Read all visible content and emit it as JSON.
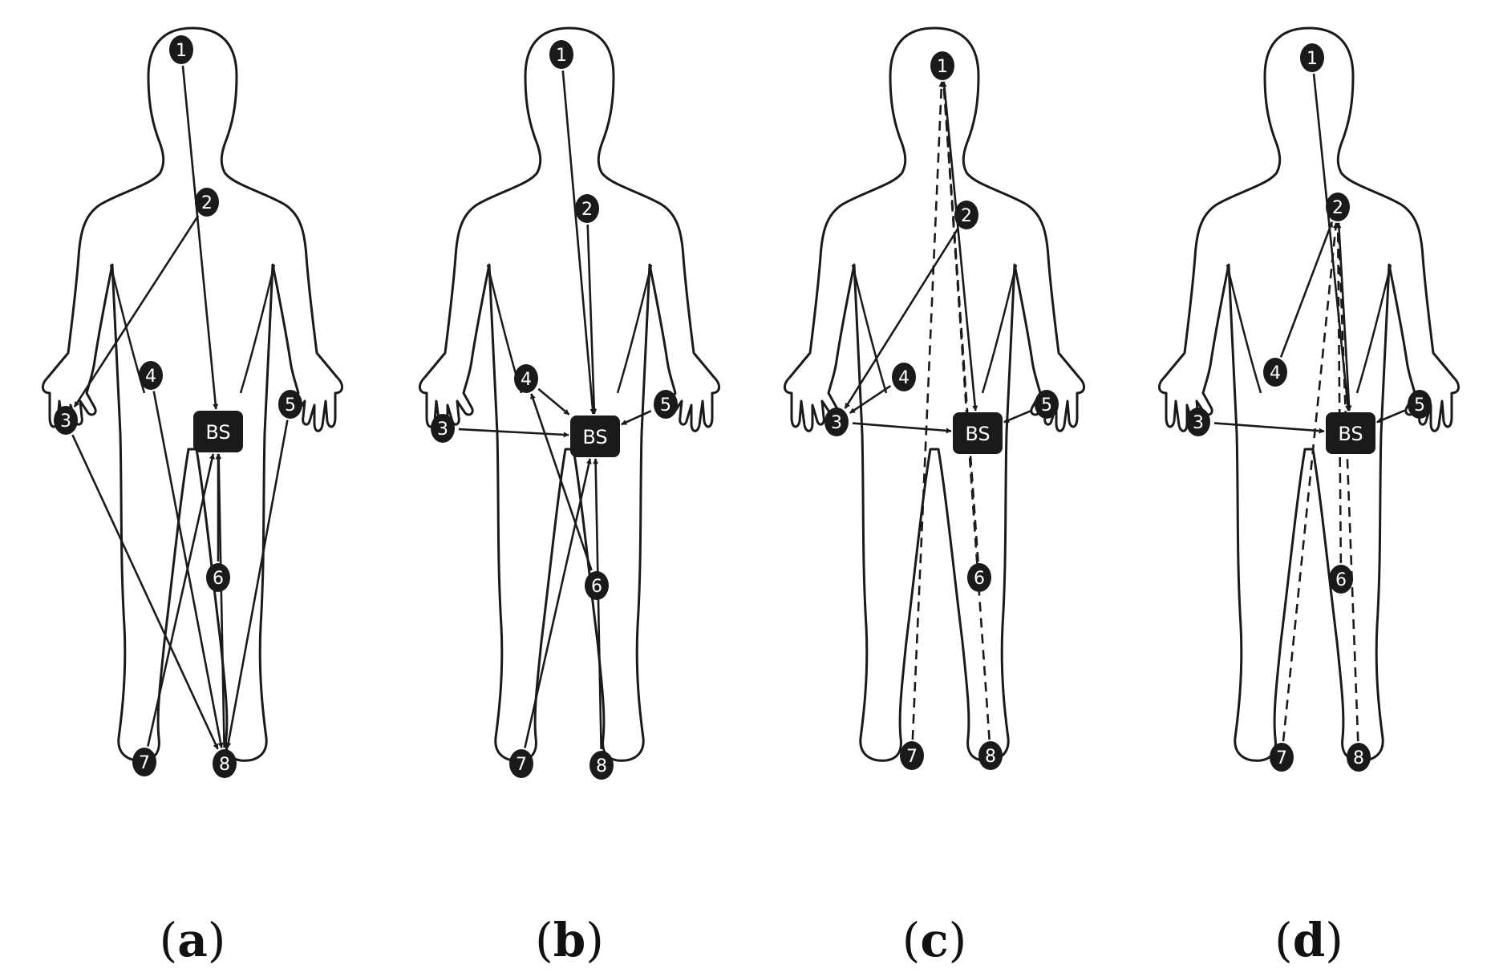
{
  "colors": {
    "ink": "#1a1a1a",
    "node_fill": "#1a1a1a",
    "node_text": "#ffffff",
    "background": "#ffffff"
  },
  "base_station_label": "BS",
  "node_ids": [
    "1",
    "2",
    "3",
    "4",
    "5",
    "6",
    "7",
    "8"
  ],
  "panels": [
    {
      "id": "a",
      "open": "(",
      "letter": "a",
      "close": ")",
      "links": [
        {
          "from": "1",
          "to": "BS",
          "style": "solid"
        },
        {
          "from": "2",
          "to": "3",
          "style": "solid"
        },
        {
          "from": "3",
          "to": "8",
          "style": "solid"
        },
        {
          "from": "4",
          "to": "8",
          "style": "solid"
        },
        {
          "from": "5",
          "to": "8",
          "style": "solid"
        },
        {
          "from": "6",
          "to": "BS",
          "style": "solid"
        },
        {
          "from": "7",
          "to": "BS",
          "style": "solid"
        },
        {
          "from": "8",
          "to": "BS",
          "style": "solid"
        }
      ]
    },
    {
      "id": "b",
      "open": "(",
      "letter": "b",
      "close": ")",
      "links": [
        {
          "from": "1",
          "to": "BS",
          "style": "solid"
        },
        {
          "from": "2",
          "to": "BS",
          "style": "solid"
        },
        {
          "from": "3",
          "to": "BS",
          "style": "solid"
        },
        {
          "from": "4",
          "to": "BS",
          "style": "solid"
        },
        {
          "from": "5",
          "to": "BS",
          "style": "solid"
        },
        {
          "from": "6",
          "to": "4",
          "style": "solid"
        },
        {
          "from": "7",
          "to": "BS",
          "style": "solid"
        },
        {
          "from": "8",
          "to": "BS",
          "style": "solid"
        }
      ]
    },
    {
      "id": "c",
      "open": "(",
      "letter": "c",
      "close": ")",
      "links": [
        {
          "from": "1",
          "to": "BS",
          "style": "solid"
        },
        {
          "from": "2",
          "to": "3",
          "style": "solid"
        },
        {
          "from": "4",
          "to": "3",
          "style": "solid"
        },
        {
          "from": "3",
          "to": "BS",
          "style": "solid"
        },
        {
          "from": "5",
          "to": "BS",
          "style": "solid"
        },
        {
          "from": "6",
          "to": "1",
          "style": "dashed"
        },
        {
          "from": "7",
          "to": "1",
          "style": "dashed"
        },
        {
          "from": "8",
          "to": "1",
          "style": "dashed"
        }
      ]
    },
    {
      "id": "d",
      "open": "(",
      "letter": "d",
      "close": ")",
      "links": [
        {
          "from": "1",
          "to": "BS",
          "style": "solid"
        },
        {
          "from": "4",
          "to": "2",
          "style": "solid"
        },
        {
          "from": "2",
          "to": "BS",
          "style": "solid"
        },
        {
          "from": "3",
          "to": "BS",
          "style": "solid"
        },
        {
          "from": "5",
          "to": "BS",
          "style": "solid"
        },
        {
          "from": "6",
          "to": "2",
          "style": "dashed"
        },
        {
          "from": "7",
          "to": "2",
          "style": "dashed"
        },
        {
          "from": "8",
          "to": "2",
          "style": "dashed"
        }
      ]
    }
  ]
}
